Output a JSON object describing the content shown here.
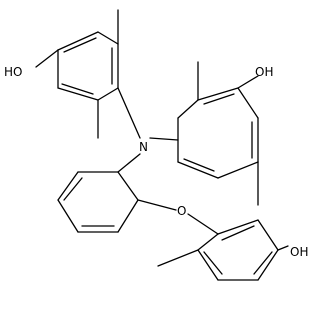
{
  "molecule": {
    "atoms": {
      "oh_top_left": "HO",
      "n_center": "N",
      "oh_top_right": "OH",
      "o_ether": "O",
      "oh_bottom_right": "OH"
    }
  },
  "colors": {
    "bond": "#000000",
    "text": "#000000",
    "background": "#ffffff"
  }
}
